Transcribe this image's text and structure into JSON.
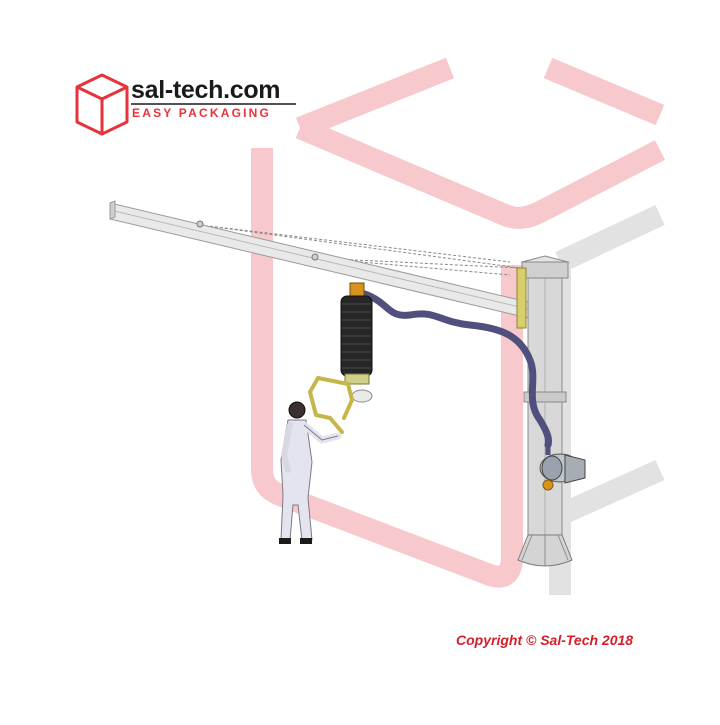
{
  "logo": {
    "name": "sal-tech.com",
    "tagline": "EASY PACKAGING"
  },
  "watermark": {
    "description": "sal-tech cube logo watermark"
  },
  "product": {
    "illustration": "wall-column jib crane with vacuum tube lifter and operator"
  },
  "copyright": "Copyright © Sal-Tech 2018",
  "colors": {
    "brand_red": "#e8323c",
    "copyright_red": "#d61e2a",
    "watermark_pink": "#f7c9cc",
    "watermark_gray": "#e2e2e2",
    "hose_blue": "#50507e",
    "frame_gray": "#c8c8c8"
  }
}
